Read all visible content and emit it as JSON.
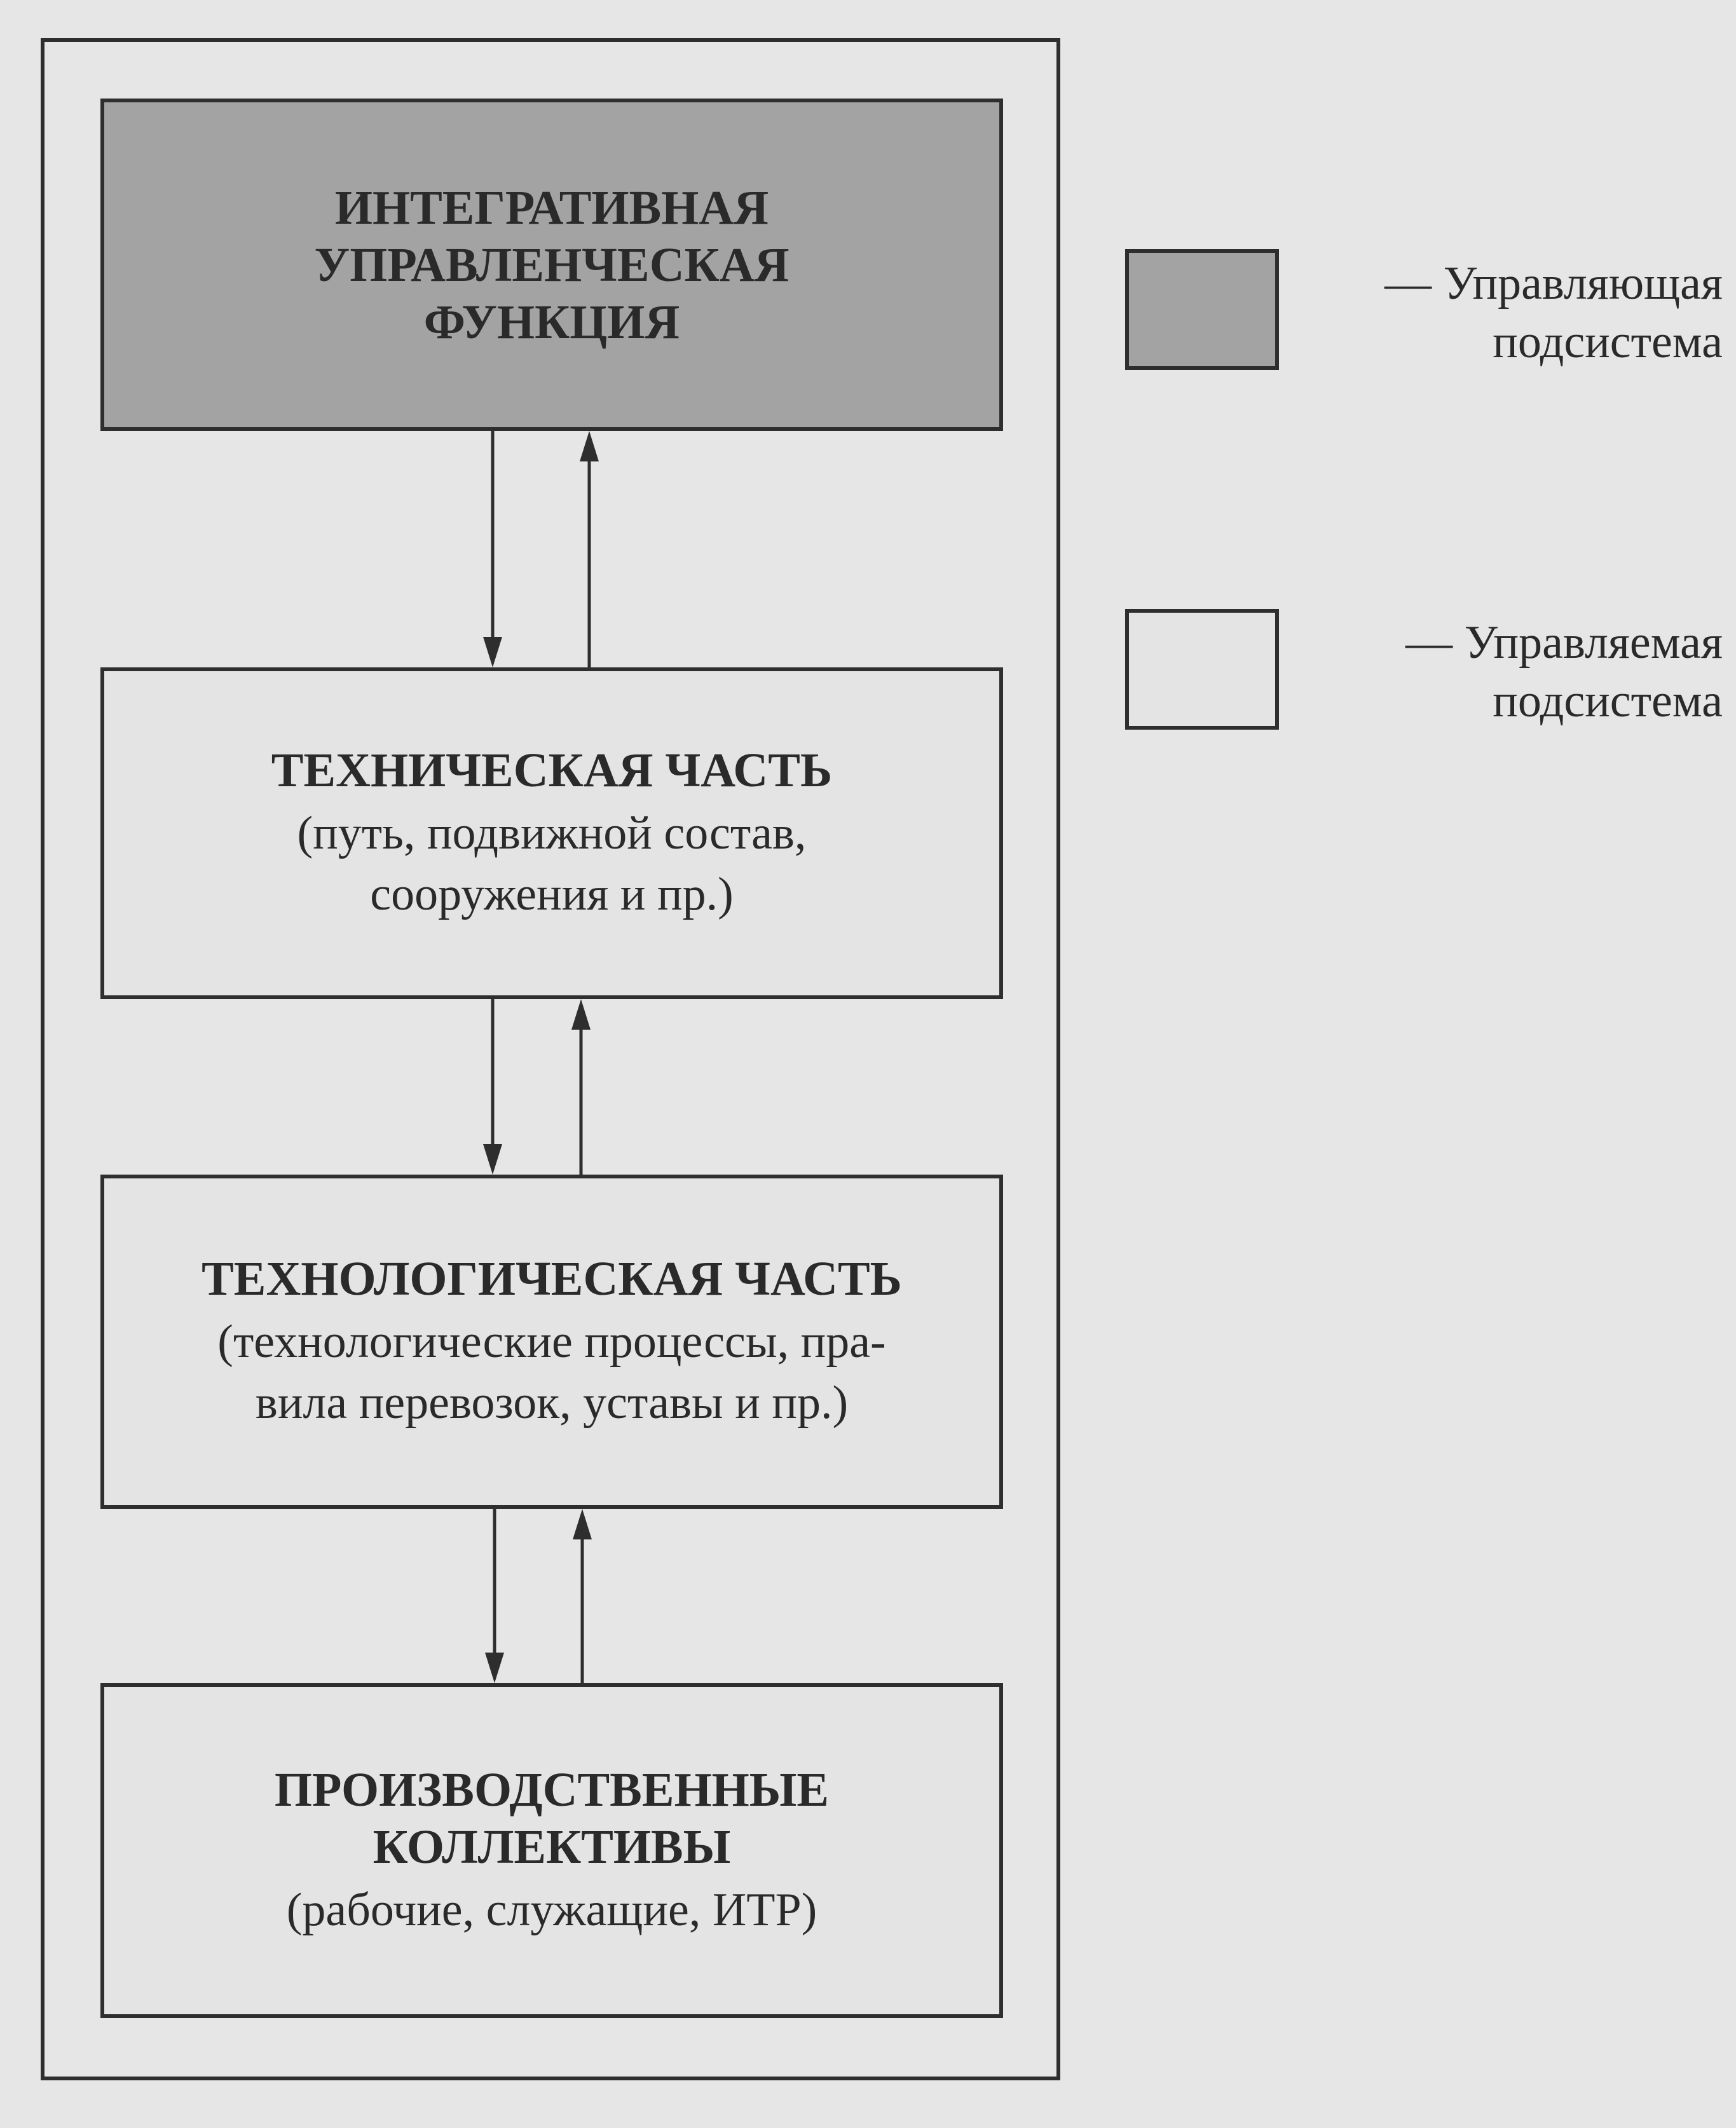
{
  "boxes": {
    "integrative": {
      "title": "ИНТЕГРАТИВНАЯ\nУПРАВЛЕНЧЕСКАЯ\nФУНКЦИЯ"
    },
    "technical": {
      "title": "ТЕХНИЧЕСКАЯ ЧАСТЬ",
      "subtitle": "(путь, подвижной состав,\nсооружения и пр.)"
    },
    "technological": {
      "title": "ТЕХНОЛОГИЧЕСКАЯ ЧАСТЬ",
      "subtitle": "(технологические процессы, пра-\nвила перевозок, уставы и пр.)"
    },
    "production": {
      "title": "ПРОИЗВОДСТВЕННЫЕ\nКОЛЛЕКТИВЫ",
      "subtitle": "(рабочие, служащие, ИТР)"
    }
  },
  "legend": {
    "controlling": {
      "label": "— Управляющая\nподсистема",
      "color": "#a3a3a3"
    },
    "controlled": {
      "label": "— Управляемая\nподсистема",
      "color": "#e4e4e4"
    }
  }
}
